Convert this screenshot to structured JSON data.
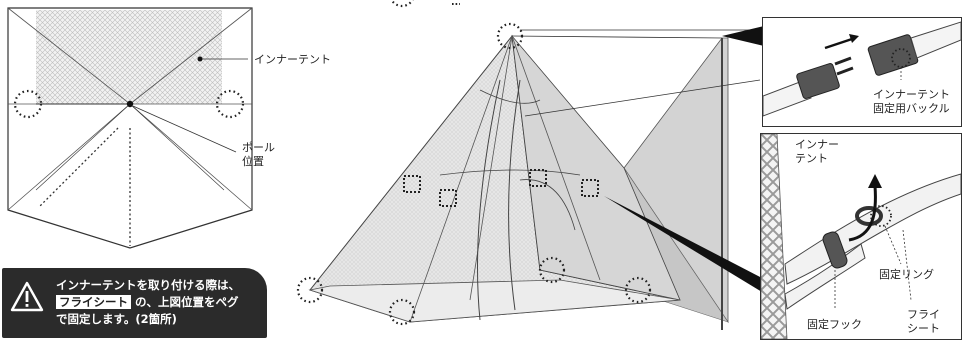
{
  "labels": {
    "inner_tent": "インナーテント",
    "pole_line1": "ポール",
    "pole_line2": "位置",
    "buckle_line1": "インナーテント",
    "buckle_line2": "固定用バックル",
    "inset_inner_line1": "インナー",
    "inset_inner_line2": "テント",
    "fixing_ring": "固定リング",
    "fixing_hook": "固定フック",
    "fly_line1": "フライ",
    "fly_line2": "シート"
  },
  "warning": {
    "line1": "インナーテントを取り付ける際は、",
    "line2_highlight": "フライシート",
    "line2_rest": "の、上図位置をペグ",
    "line3": "で固定します。(2箇所)",
    "icon": "warning-triangle-icon"
  },
  "colors": {
    "dark": "#2b2b2b",
    "mesh": "#e0e0e0",
    "fly": "#cfcfcf"
  }
}
